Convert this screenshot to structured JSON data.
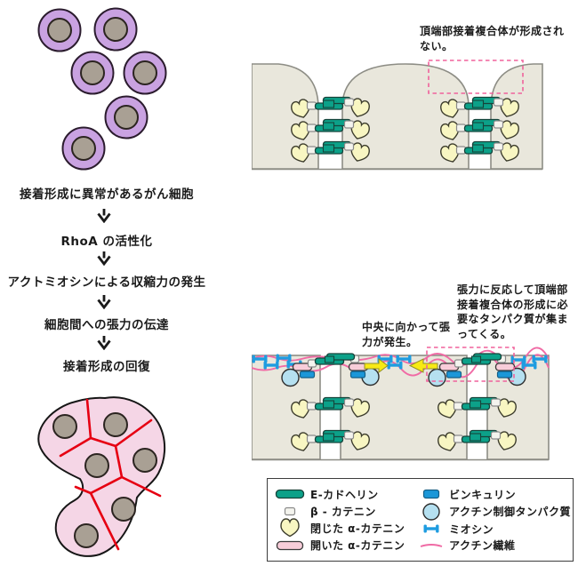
{
  "colors": {
    "purple_cell": "#c9a2e1",
    "nucleus": "#a9a094",
    "tissue_pink": "#f5d6e6",
    "junction_red": "#e60012",
    "epithelium_fill": "#e9e7dc",
    "epithelium_stroke": "#8d8d85",
    "e_cadherin": "#0ca189",
    "beta_catenin": "#f4f4ee",
    "alpha_closed": "#f8f6c2",
    "alpha_open": "#f8cdd9",
    "vinculin": "#1b97d8",
    "actin_regulator": "#b5e0f0",
    "myosin": "#1e9ce0",
    "actin_filament": "#f06ba5",
    "highlight_pink": "#f0629b",
    "arrow_yellow": "#f7e914",
    "text": "#1a1a1a"
  },
  "flowchart": {
    "steps": [
      "接着形成に異常があるがん細胞",
      "RhoA の活性化",
      "アクトミオシンによる収縮力の発生",
      "細胞間への張力の伝達",
      "接着形成の回復"
    ]
  },
  "diagram_top_right": {
    "annotation": "頂端部接着複合体が形成されない。"
  },
  "diagram_bottom_right": {
    "annotation_center": "中央に向かって張力が発生。",
    "annotation_right": "張力に反応して頂端部接着複合体の形成に必要なタンパク質が集まってくる。"
  },
  "legend": {
    "items": [
      {
        "icon": "e-cadherin-icon",
        "label": "E-カドヘリン"
      },
      {
        "icon": "beta-catenin-icon",
        "label": "β - カテニン"
      },
      {
        "icon": "closed-alpha-catenin-icon",
        "label": "閉じた α-カテニン"
      },
      {
        "icon": "open-alpha-catenin-icon",
        "label": "開いた α-カテニン"
      },
      {
        "icon": "vinculin-icon",
        "label": "ビンキュリン"
      },
      {
        "icon": "actin-regulator-icon",
        "label": "アクチン制御タンパク質"
      },
      {
        "icon": "myosin-icon",
        "label": "ミオシン"
      },
      {
        "icon": "actin-filament-icon",
        "label": "アクチン繊維"
      }
    ]
  }
}
